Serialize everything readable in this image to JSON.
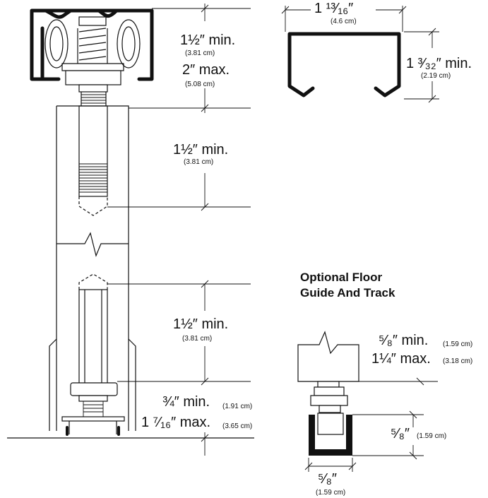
{
  "dimensions": {
    "top_min": {
      "value": "1½″ min.",
      "metric": "(3.81 cm)"
    },
    "top_max": {
      "value": "2″ max.",
      "metric": "(5.08 cm)"
    },
    "door_top": {
      "value": "1½″ min.",
      "metric": "(3.81 cm)"
    },
    "door_bottom": {
      "value": "1½″ min.",
      "metric": "(3.81 cm)"
    },
    "bottom_min": {
      "value": "¾″ min.",
      "metric": "(1.91 cm)"
    },
    "bottom_max": {
      "value": "1 ⁷⁄₁₆″ max.",
      "metric": "(3.65 cm)"
    },
    "track_width": {
      "value": "1 ¹³⁄₁₆″",
      "metric": "(4.6 cm)"
    },
    "track_height": {
      "value": "1 ³⁄₃₂″ min.",
      "metric": "(2.19 cm)"
    },
    "guide_min": {
      "value": "⁵⁄₈″ min.",
      "metric": "(1.59 cm)"
    },
    "guide_max": {
      "value": "1¼″ max.",
      "metric": "(3.18 cm)"
    },
    "guide_height": {
      "value": "⁵⁄₈″",
      "metric": "(1.59 cm)"
    },
    "guide_width": {
      "value": "⁵⁄₈″",
      "metric": "(1.59 cm)"
    }
  },
  "section_title": {
    "line1": "Optional Floor",
    "line2": "Guide And Track"
  }
}
